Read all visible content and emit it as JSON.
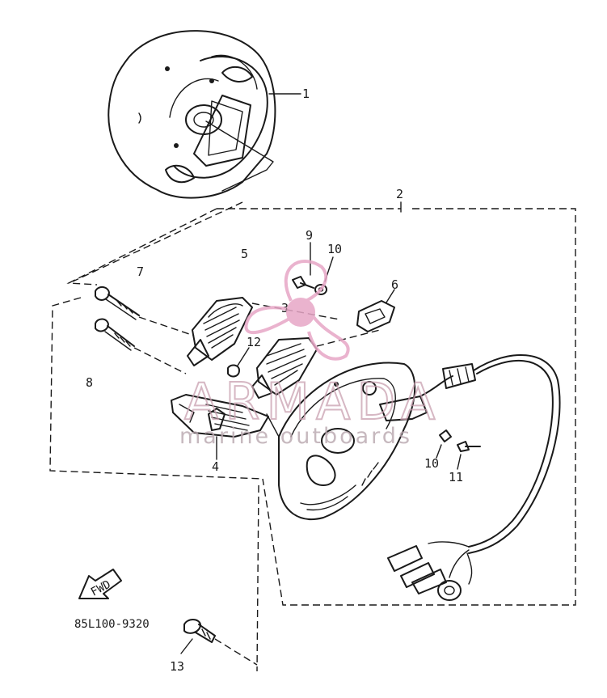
{
  "diagram": {
    "part_code": "85L100-9320",
    "fwd_label": "FWD",
    "callouts": [
      "1",
      "2",
      "3",
      "4",
      "5",
      "6",
      "7",
      "8",
      "9",
      "10",
      "10",
      "11",
      "12",
      "13"
    ]
  },
  "watermark": {
    "brand": "ARMADA",
    "tagline": "marine outboards",
    "color": "#e7a6c6"
  }
}
